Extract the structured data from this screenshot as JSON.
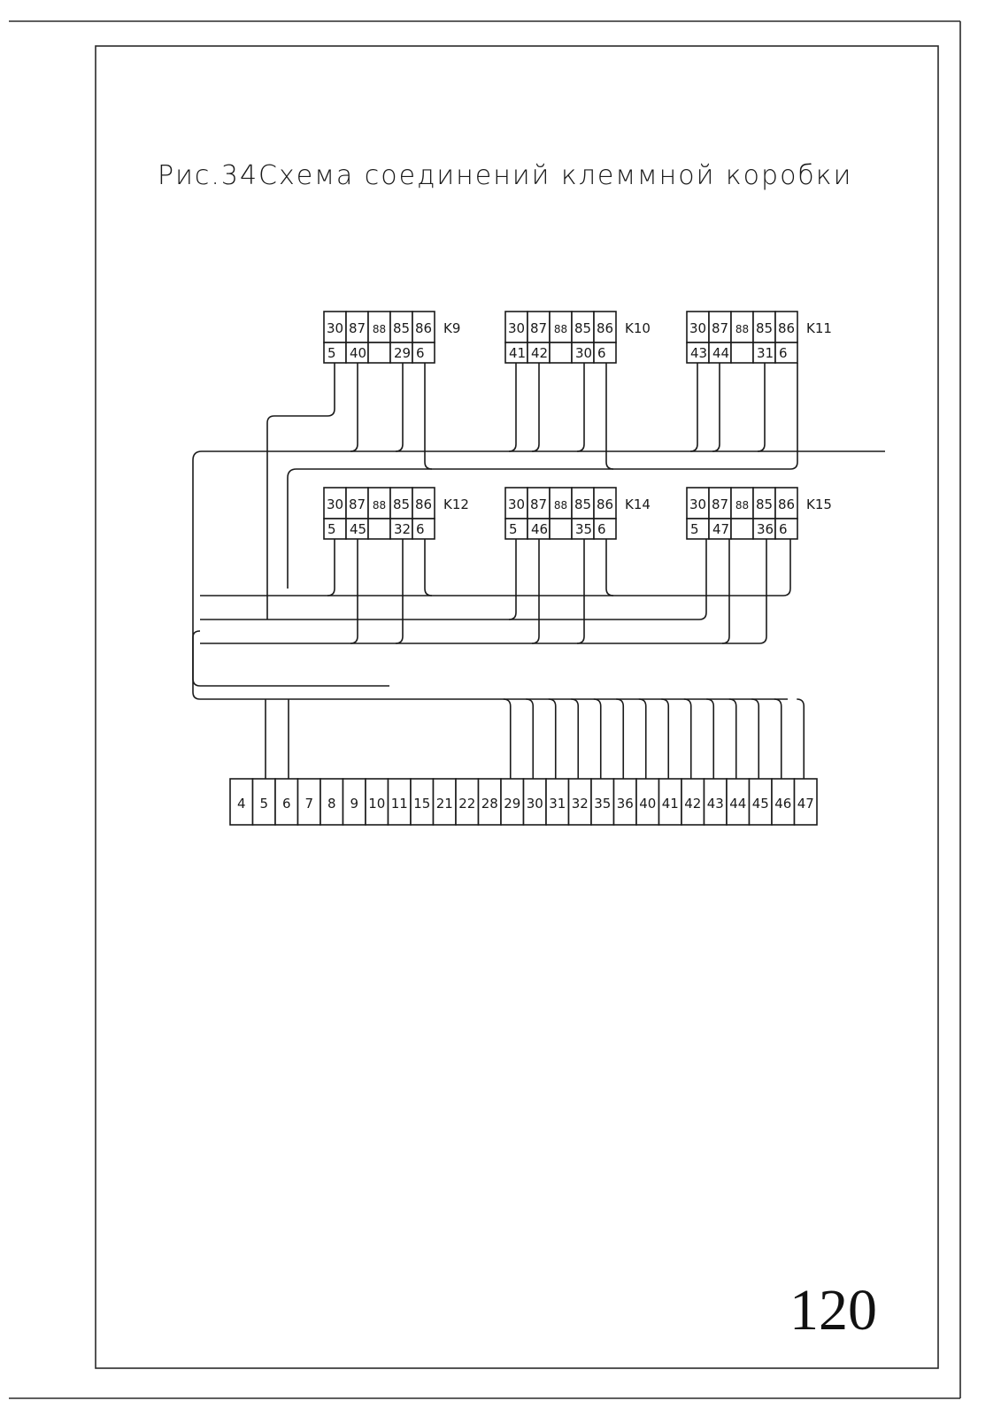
{
  "title": "Рис.34Схема соединений клеммной коробки",
  "page_number": "120",
  "relays": [
    {
      "label": "K9",
      "top": [
        "30",
        "87",
        "88",
        "85",
        "86"
      ],
      "bottom": [
        "5",
        "40",
        "",
        "29",
        "6"
      ]
    },
    {
      "label": "K10",
      "top": [
        "30",
        "87",
        "88",
        "85",
        "86"
      ],
      "bottom": [
        "41",
        "42",
        "",
        "30",
        "6"
      ]
    },
    {
      "label": "K11",
      "top": [
        "30",
        "87",
        "88",
        "85",
        "86"
      ],
      "bottom": [
        "43",
        "44",
        "",
        "31",
        "6"
      ]
    },
    {
      "label": "K12",
      "top": [
        "30",
        "87",
        "88",
        "85",
        "86"
      ],
      "bottom": [
        "5",
        "45",
        "",
        "32",
        "6"
      ]
    },
    {
      "label": "K14",
      "top": [
        "30",
        "87",
        "88",
        "85",
        "86"
      ],
      "bottom": [
        "5",
        "46",
        "",
        "35",
        "6"
      ]
    },
    {
      "label": "K15",
      "top": [
        "30",
        "87",
        "88",
        "85",
        "86"
      ],
      "bottom": [
        "5",
        "47",
        "",
        "36",
        "6"
      ]
    }
  ],
  "terminal_strip": [
    "4",
    "5",
    "6",
    "7",
    "8",
    "9",
    "10",
    "11",
    "15",
    "21",
    "22",
    "28",
    "29",
    "30",
    "31",
    "32",
    "35",
    "36",
    "40",
    "41",
    "42",
    "43",
    "44",
    "45",
    "46",
    "47"
  ]
}
